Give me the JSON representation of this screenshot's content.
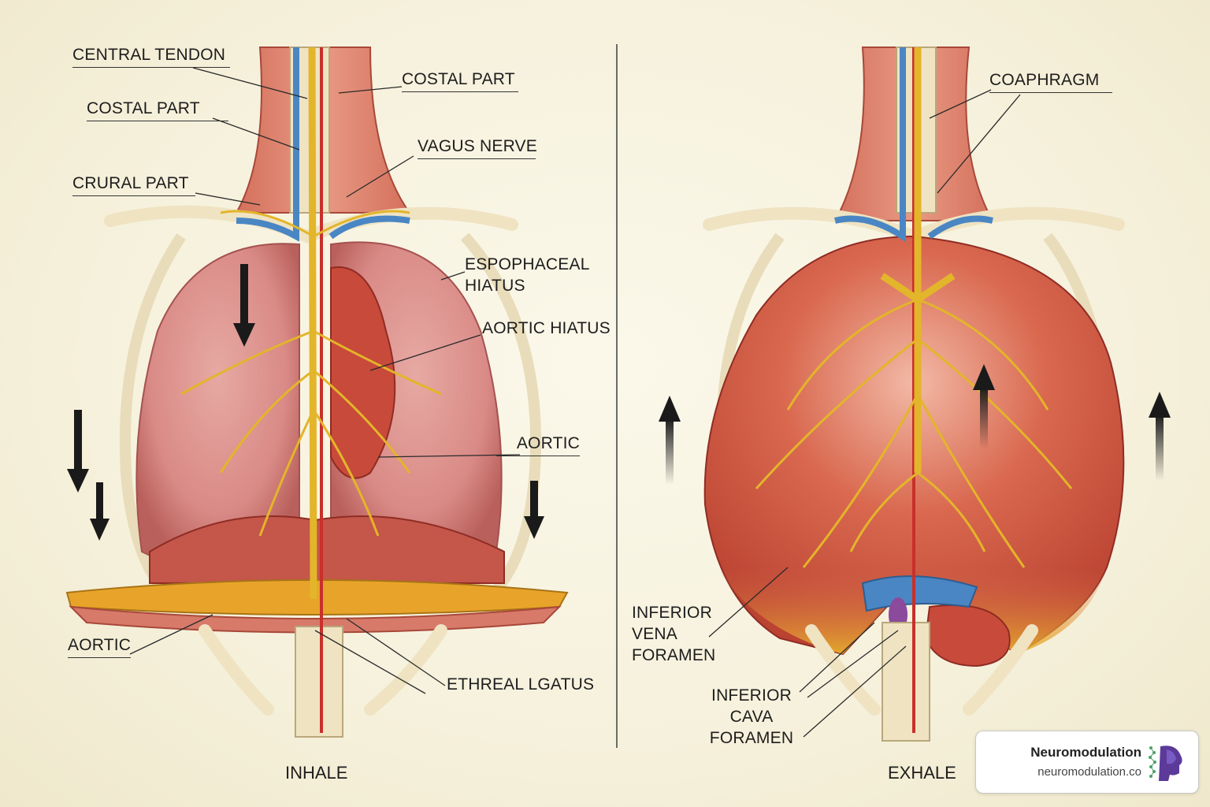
{
  "panels": {
    "inhale": {
      "caption": "INHALE",
      "labels": {
        "central_tendon": "CENTRAL TENDON",
        "costal_part_left": "COSTAL PART",
        "costal_part_top": "COSTAL PART",
        "vagus_nerve": "VAGUS NERVE",
        "crural_part": "CRURAL PART",
        "esophageal_hiatus": "ESPOPHACEAL HIATUS",
        "aortic_hiatus": "AORTIC HIATUS",
        "aortic_right": "AORTIC",
        "aortic_left": "AORTIC",
        "ligatus": "ETHREAL LGATUS"
      }
    },
    "exhale": {
      "caption": "EXHALE",
      "labels": {
        "coaphragm": "COAPHRAGM",
        "inferior_vena_foramen": "INFERIOR VENA FORAMEN",
        "inferior_cava_foramen": "INFERIOR CAVA FORAMEN"
      }
    }
  },
  "brand": {
    "name": "Neuromodulation",
    "url": "neuromodulation.co"
  },
  "colors": {
    "lung": "#d98a86",
    "muscle": "#c8503c",
    "nerve": "#e3b52a",
    "vein": "#4a86c4",
    "artery": "#c8302a",
    "bone": "#efe3c2",
    "arrow": "#1a1a1a"
  }
}
